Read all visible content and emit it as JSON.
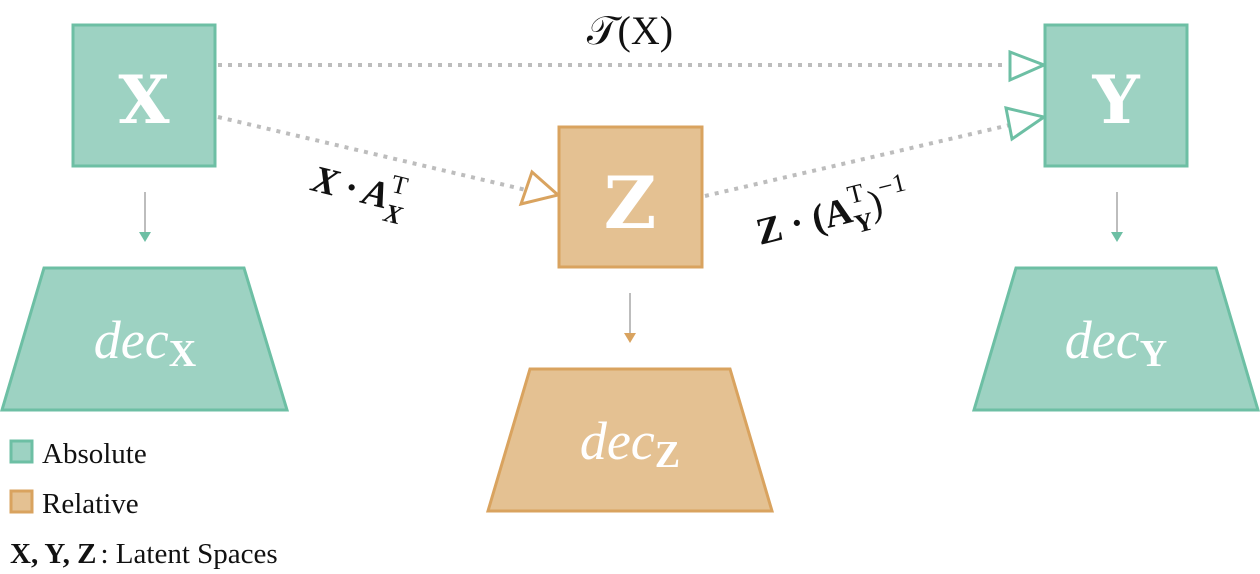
{
  "colors": {
    "absolute_fill": "#9dd2c2",
    "absolute_stroke": "#6dbfa4",
    "relative_fill": "#e4c192",
    "relative_stroke": "#d9a35f",
    "edge": "#bdbdbd"
  },
  "nodes": {
    "x": "X",
    "y": "Y",
    "z": "Z"
  },
  "decoders": {
    "x": {
      "base": "dec",
      "sub": "X"
    },
    "y": {
      "base": "dec",
      "sub": "Y"
    },
    "z": {
      "base": "dec",
      "sub": "Z"
    }
  },
  "edges": {
    "x_to_y": {
      "label": "𝒯(X)"
    },
    "x_to_z": {
      "base": "X · A",
      "sup": "T",
      "sub": "X"
    },
    "z_to_y": {
      "base": "Z · (A",
      "sup": "T",
      "sub": "Y",
      "close": ")",
      "exp": "−1"
    }
  },
  "legend": {
    "absolute": "Absolute",
    "relative": "Relative",
    "spaces_symbols": "X, Y, Z",
    "spaces_label": ": Latent Spaces"
  }
}
